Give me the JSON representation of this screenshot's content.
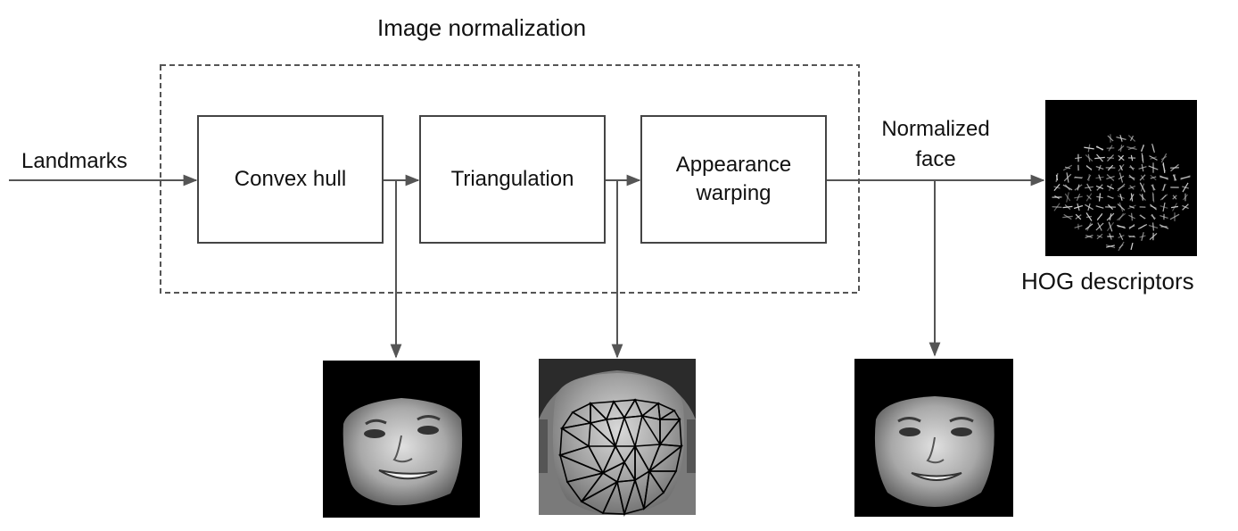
{
  "title": "Image normalization",
  "input_label": "Landmarks",
  "boxes": {
    "convex_hull": "Convex hull",
    "triangulation": "Triangulation",
    "appearance_warping": [
      "Appearance",
      "warping"
    ]
  },
  "output_label": [
    "Normalized",
    "face"
  ],
  "hog_label": "HOG descriptors",
  "colors": {
    "line": "#555555",
    "box_border": "#444444",
    "thumb_bg": "#000000"
  },
  "icons": [
    "face-hull-image",
    "face-triangulation-image",
    "normalized-face-image",
    "hog-descriptor-image"
  ]
}
